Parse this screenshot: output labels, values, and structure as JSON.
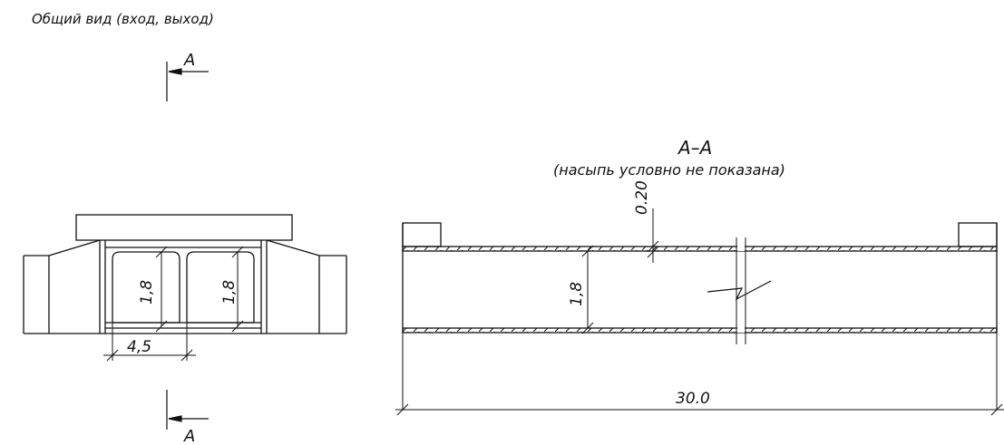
{
  "general_view": {
    "title": "Общий вид (вход, выход)",
    "section_mark_top": "A",
    "section_mark_bottom": "A",
    "dim_height_left": "1,8",
    "dim_height_right": "1,8",
    "dim_width": "4,5"
  },
  "section_view": {
    "title": "A–A",
    "subtitle": "(насыпь условно не показана)",
    "dim_thickness": "0.20",
    "dim_height": "1,8",
    "dim_length": "30.0"
  },
  "colors": {
    "line": "#111111",
    "background": "#ffffff"
  }
}
